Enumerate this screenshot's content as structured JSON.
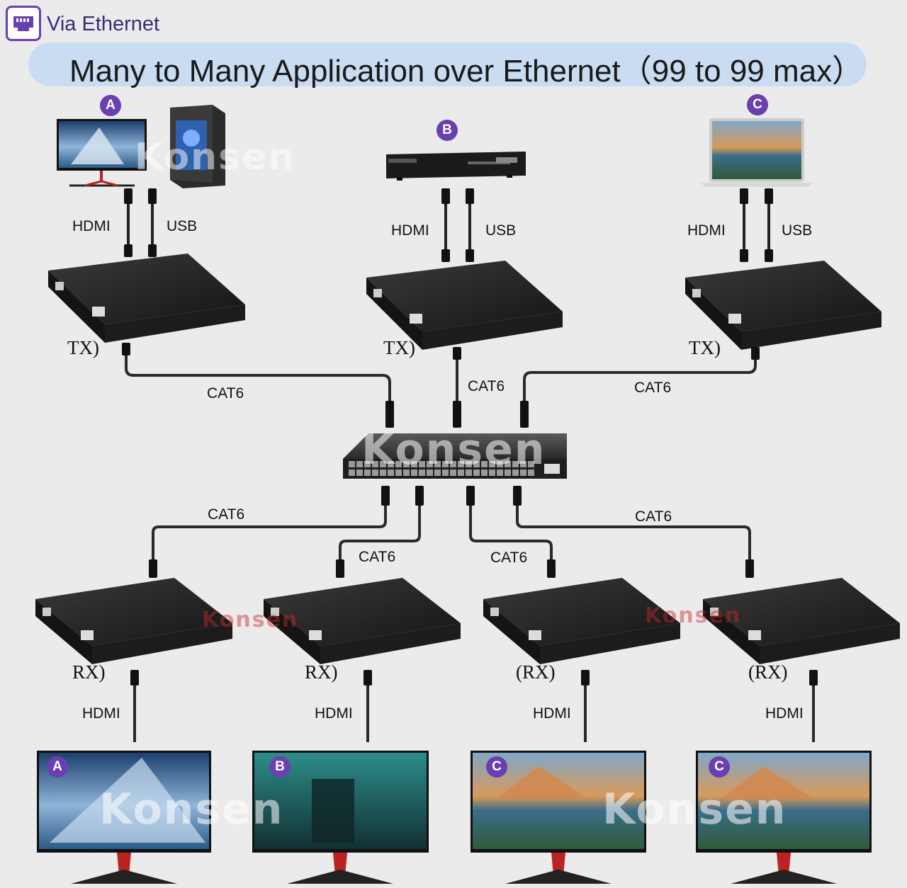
{
  "header": {
    "tag": "Via Ethernet",
    "title": "Many to Many Application over Ethernet（99 to 99 max）"
  },
  "colors": {
    "accent": "#6a3fb0",
    "banner": "#c9dcf2",
    "cable": "#2a2a2a",
    "device": "#1f1f1f"
  },
  "sources": [
    {
      "badge": "A",
      "hdmi": "HDMI",
      "usb": "USB",
      "mode": "TX)"
    },
    {
      "badge": "B",
      "hdmi": "HDMI",
      "usb": "USB",
      "mode": "TX)"
    },
    {
      "badge": "C",
      "hdmi": "HDMI",
      "usb": "USB",
      "mode": "TX)"
    }
  ],
  "uplinks": [
    "CAT6",
    "CAT6",
    "CAT6"
  ],
  "downlinks": [
    "CAT6",
    "CAT6",
    "CAT6",
    "CAT6"
  ],
  "receivers": [
    {
      "mode": "RX)",
      "hdmi": "HDMI",
      "badge": "A"
    },
    {
      "mode": "RX)",
      "hdmi": "HDMI",
      "badge": "B"
    },
    {
      "mode": "(RX)",
      "hdmi": "HDMI",
      "badge": "C"
    },
    {
      "mode": "(RX)",
      "hdmi": "HDMI",
      "badge": "C"
    }
  ],
  "watermark": "Konsen"
}
